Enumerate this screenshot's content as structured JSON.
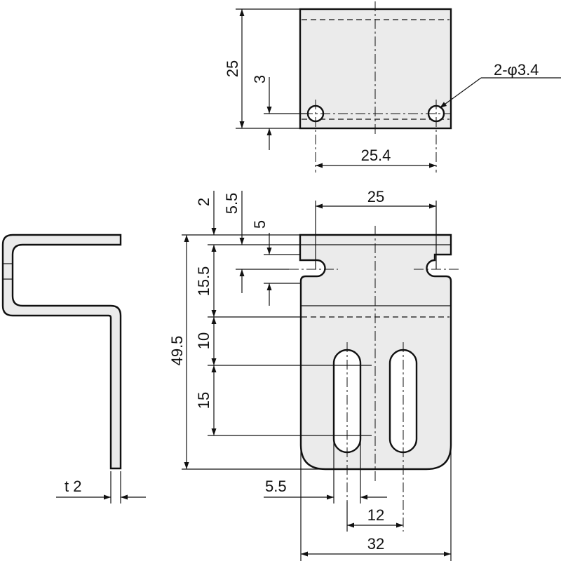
{
  "drawing": {
    "top_view": {
      "height_label": "25",
      "hole_offset_label": "3",
      "hole_spec_label": "2-φ3.4",
      "hole_pitch_label": "25.4"
    },
    "front_view": {
      "total_height_label": "49.5",
      "top_lip_label": "2",
      "slot_center_label": "5.5",
      "slot_width_label": "5",
      "upper_section_label": "15.5",
      "gap_label": "10",
      "slot_length_label": "15",
      "top_width_label": "25",
      "slot_width_bottom_label": "5.5",
      "slot_pitch_label": "12",
      "total_width_label": "32"
    },
    "side_view": {
      "thickness_label": "t 2"
    }
  }
}
